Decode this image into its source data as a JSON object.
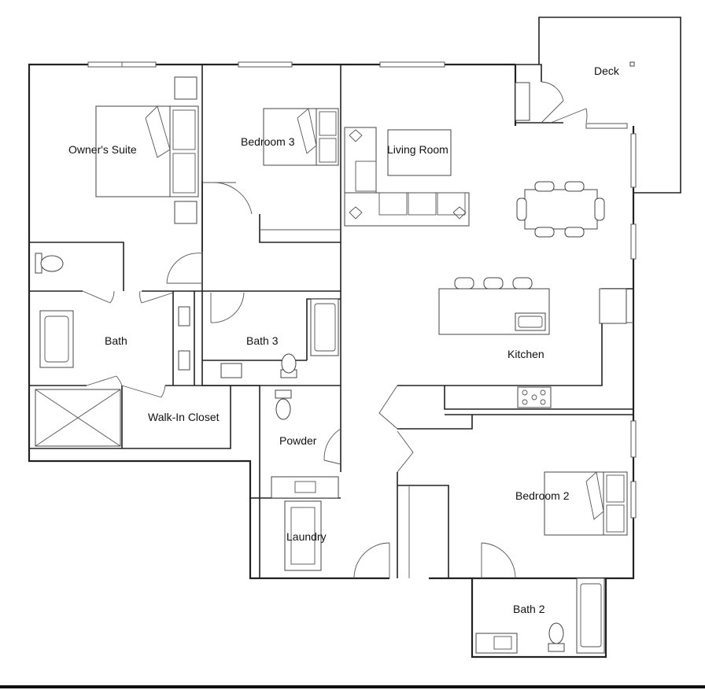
{
  "floor_plan": {
    "rooms": {
      "owners_suite": "Owner's Suite",
      "bedroom_3": "Bedroom 3",
      "living_room": "Living Room",
      "deck": "Deck",
      "bath": "Bath",
      "bath_3": "Bath 3",
      "kitchen": "Kitchen",
      "walk_in_closet": "Walk-In Closet",
      "powder": "Powder",
      "bedroom_2": "Bedroom 2",
      "laundry": "Laundry",
      "bath_2": "Bath 2"
    }
  }
}
